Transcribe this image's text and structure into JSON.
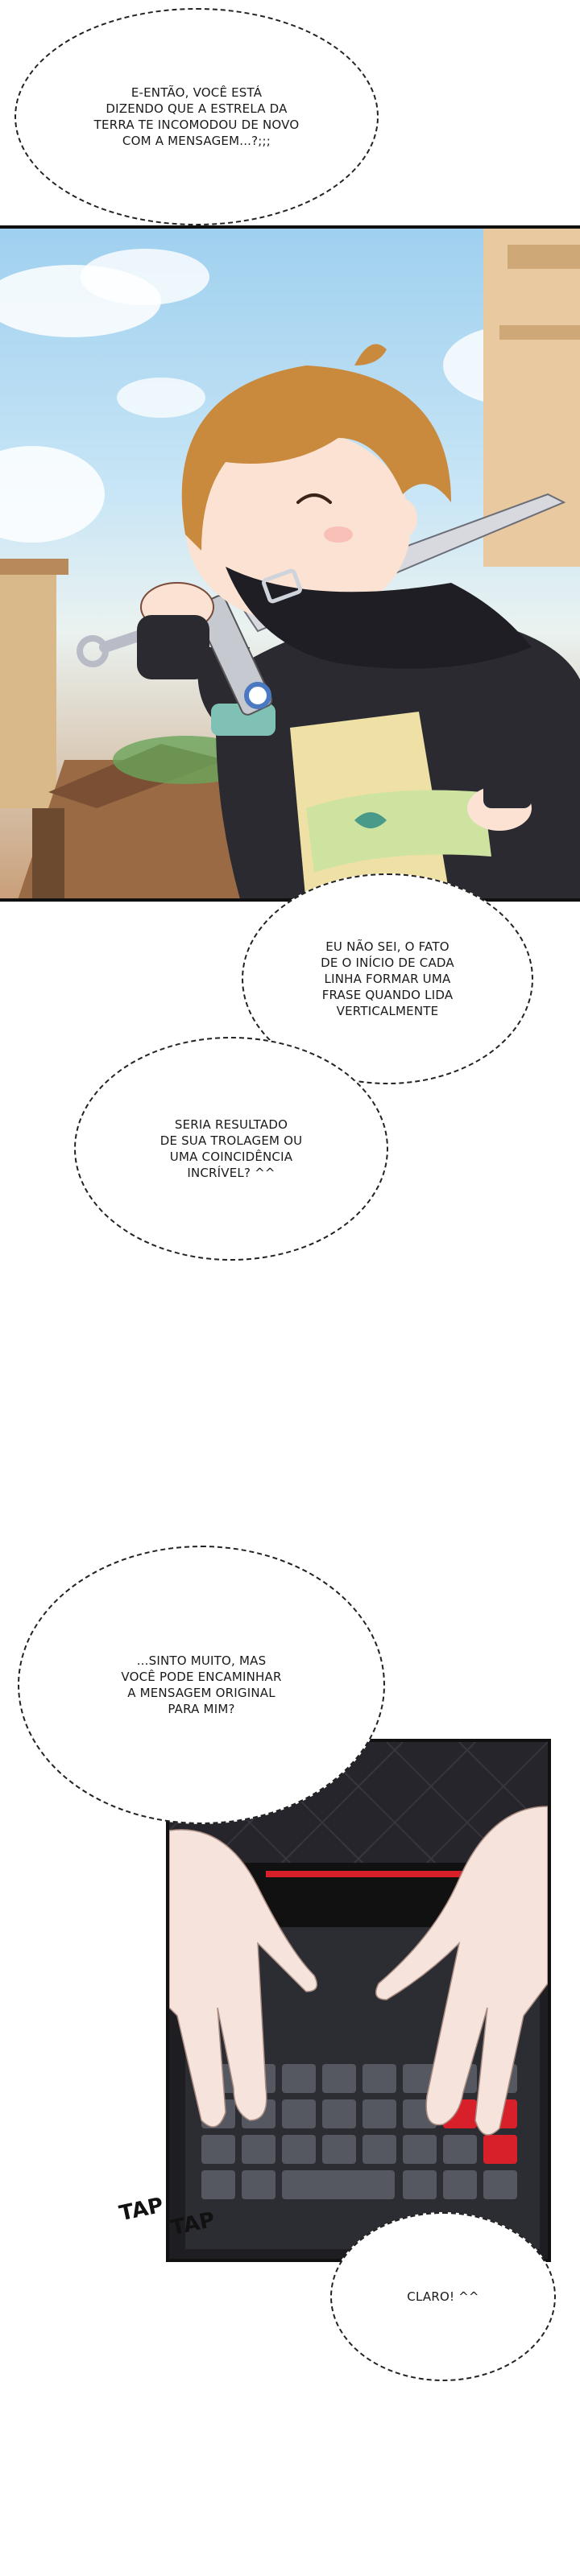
{
  "bubbles": {
    "b1": "E-ENTÃO, VOCÊ ESTÁ\nDIZENDO QUE A ESTRELA DA\nTERRA TE INCOMODOU DE NOVO\nCOM A MENSAGEM...?;;;",
    "b2": "EU NÃO SEI, O FATO\nDE O INÍCIO DE CADA\nLINHA FORMAR UMA\nFRASE QUANDO LIDA\nVERTICALMENTE",
    "b3": "SERIA RESULTADO\nDE SUA TROLAGEM OU\nUMA COINCIDÊNCIA\nINCRÍVEL? ^^",
    "b4": "...SINTO MUITO, MAS\nVOCÊ PODE ENCAMINHAR\nA MENSAGEM ORIGINAL\nPARA MIM?",
    "b5": "CLARO! ^^"
  },
  "sfx": {
    "tap1": "TAP",
    "tap2": "TAP"
  },
  "colors": {
    "sky": "#9fd0ef",
    "hair": "#c98a3e",
    "cloak": "#2a2a30",
    "keyboard_red": "#d8202a"
  }
}
